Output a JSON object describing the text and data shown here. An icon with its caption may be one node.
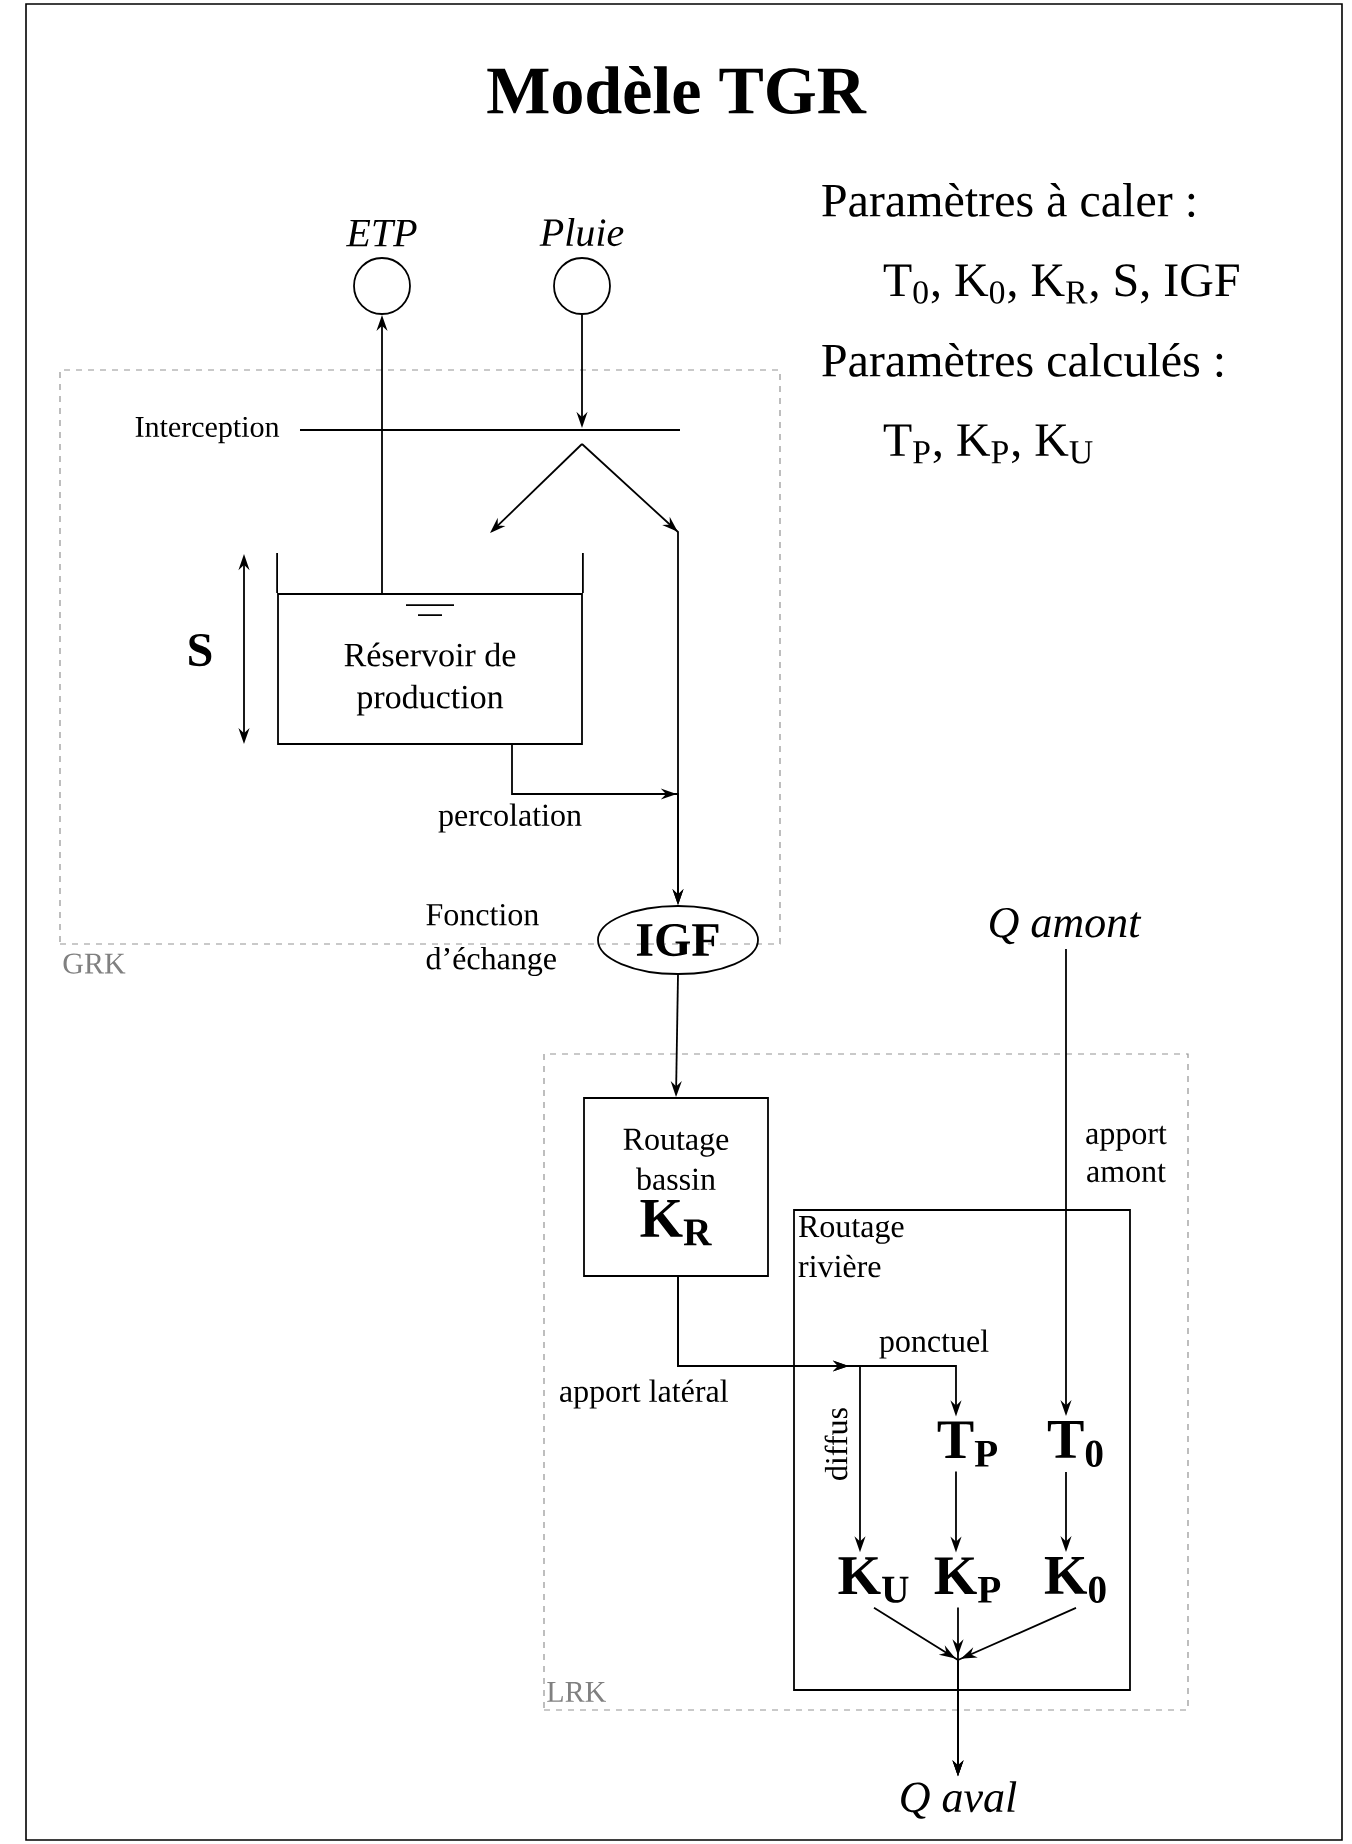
{
  "diagram": {
    "title": "Modèle TGR",
    "nodes": [
      {
        "text": [
          "GRK"
        ]
      },
      {
        "text": [
          "LRK"
        ]
      },
      {
        "text": [
          "ETP"
        ]
      },
      {
        "text": [
          "Pluie"
        ]
      },
      {
        "text": [],
        "shape": "bar",
        "beside": [
          "Interception"
        ],
        "in": 0
      },
      {
        "text": [
          "Réservoir de production"
        ],
        "in": 0
      },
      {
        "text": [
          "IGF"
        ],
        "beside": [
          "Fonction d’échange"
        ],
        "in": 0
      },
      {
        "text": [
          "Routage bassin",
          "K$_{R}$"
        ],
        "in": 1
      },
      {
        "text": [
          "Routage rivière"
        ],
        "in": 1
      },
      {
        "text": [
          "Q amont"
        ]
      },
      {
        "text": [
          "T$_{P}$"
        ],
        "in": 8
      },
      {
        "text": [
          "T$_{0}$"
        ],
        "in": 8
      },
      {
        "text": [
          "K$_{U}$"
        ],
        "in": 8
      },
      {
        "text": [
          "K$_{P}$"
        ],
        "in": 8
      },
      {
        "text": [
          "K$_{0}$"
        ],
        "in": 8
      },
      {
        "text": [
          "Q aval"
        ]
      }
    ],
    "edges": [
      {
        "from": 5,
        "to": 2,
        "arrow": "to"
      },
      {
        "from": 3,
        "to": 4,
        "arrow": "to"
      },
      {
        "from": 4,
        "to": 5,
        "arrow": "to"
      },
      {
        "from": 4,
        "to": 6,
        "arrow": "to"
      },
      {
        "from": 5,
        "to": 6,
        "arrow": "to",
        "label": "percolation"
      },
      {
        "from": 6,
        "to": 7,
        "arrow": "to"
      },
      {
        "from": 7,
        "to": 12,
        "arrow": "to",
        "label": "diffus"
      },
      {
        "from": 7,
        "to": 10,
        "arrow": "to",
        "label": "ponctuel"
      },
      {
        "from": 9,
        "to": 11,
        "arrow": "to",
        "label": "apport amont"
      },
      {
        "from": 10,
        "to": 13,
        "arrow": "to"
      },
      {
        "from": 11,
        "to": 14,
        "arrow": "to"
      },
      {
        "from": 12,
        "to": 15,
        "arrow": "to"
      },
      {
        "from": 13,
        "to": 15,
        "arrow": "to"
      },
      {
        "from": 14,
        "to": 15,
        "arrow": "to"
      }
    ],
    "labels": [
      "Paramètres à caler :",
      "T$_{0}$, K$_{0}$, K$_{R}$, S, IGF",
      "Paramètres calculés :",
      "T$_{P}$, K$_{P}$, K$_{U}$",
      "S",
      "apport latéral"
    ]
  }
}
